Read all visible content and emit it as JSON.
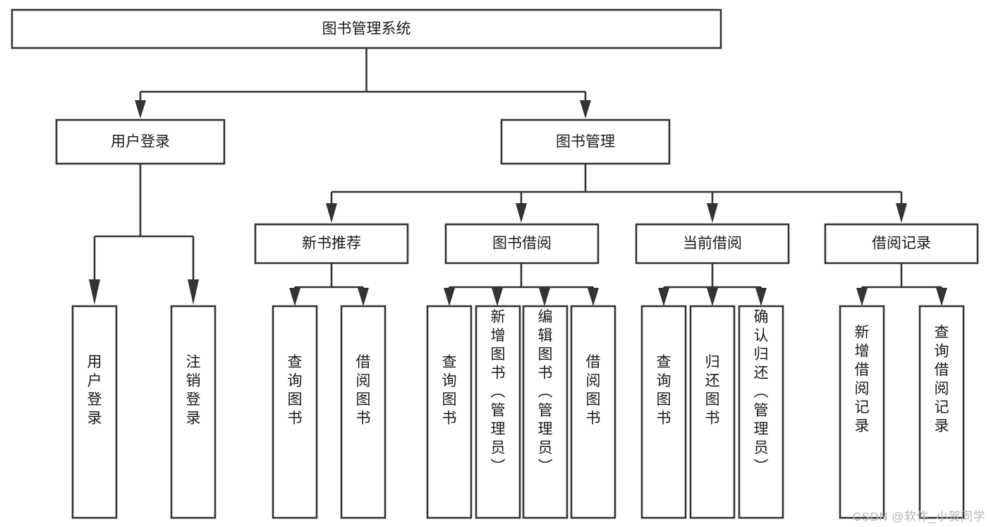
{
  "diagram": {
    "type": "tree-hierarchy",
    "title": "图书管理系统",
    "orientation": "top-down",
    "colors": {
      "stroke": "#333333",
      "fill": "#ffffff",
      "text": "#1a1a1a",
      "watermark": "#b6b6b6"
    },
    "levels": [
      {
        "level": 1,
        "nodes": [
          {
            "id": "root",
            "label": "图书管理系统",
            "text_orientation": "horizontal"
          }
        ]
      },
      {
        "level": 2,
        "nodes": [
          {
            "id": "user-login",
            "label": "用户登录",
            "text_orientation": "horizontal",
            "parent": "root"
          },
          {
            "id": "book-manage",
            "label": "图书管理",
            "text_orientation": "horizontal",
            "parent": "root"
          }
        ]
      },
      {
        "level": 3,
        "nodes": [
          {
            "id": "new-book-rec",
            "label": "新书推荐",
            "text_orientation": "horizontal",
            "parent": "book-manage"
          },
          {
            "id": "book-borrow",
            "label": "图书借阅",
            "text_orientation": "horizontal",
            "parent": "book-manage"
          },
          {
            "id": "current-borrow",
            "label": "当前借阅",
            "text_orientation": "horizontal",
            "parent": "book-manage"
          },
          {
            "id": "borrow-record",
            "label": "借阅记录",
            "text_orientation": "horizontal",
            "parent": "book-manage"
          }
        ]
      },
      {
        "level": 4,
        "nodes": [
          {
            "id": "leaf-user-login",
            "label": "用户登录",
            "text_orientation": "vertical",
            "parent": "user-login"
          },
          {
            "id": "leaf-user-logout",
            "label": "注销登录",
            "text_orientation": "vertical",
            "parent": "user-login"
          },
          {
            "id": "leaf-query-book-1",
            "label": "查询图书",
            "text_orientation": "vertical",
            "parent": "new-book-rec"
          },
          {
            "id": "leaf-borrow-book-1",
            "label": "借阅图书",
            "text_orientation": "vertical",
            "parent": "new-book-rec"
          },
          {
            "id": "leaf-query-book-2",
            "label": "查询图书",
            "text_orientation": "vertical",
            "parent": "book-borrow"
          },
          {
            "id": "leaf-add-book",
            "label": "新增图书（管理员）",
            "text_orientation": "vertical",
            "parent": "book-borrow"
          },
          {
            "id": "leaf-edit-book",
            "label": "编辑图书（管理员）",
            "text_orientation": "vertical",
            "parent": "book-borrow"
          },
          {
            "id": "leaf-borrow-book-2",
            "label": "借阅图书",
            "text_orientation": "vertical",
            "parent": "book-borrow"
          },
          {
            "id": "leaf-query-book-3",
            "label": "查询图书",
            "text_orientation": "vertical",
            "parent": "current-borrow"
          },
          {
            "id": "leaf-return-book",
            "label": "归还图书",
            "text_orientation": "vertical",
            "parent": "current-borrow"
          },
          {
            "id": "leaf-confirm-return",
            "label": "确认归还（管理员）",
            "text_orientation": "vertical",
            "parent": "current-borrow"
          },
          {
            "id": "leaf-add-record",
            "label": "新增借阅记录",
            "text_orientation": "vertical",
            "parent": "borrow-record"
          },
          {
            "id": "leaf-query-record",
            "label": "查询借阅记录",
            "text_orientation": "vertical",
            "parent": "borrow-record"
          }
        ]
      }
    ],
    "edges": [
      {
        "from": "root",
        "to": "user-login"
      },
      {
        "from": "root",
        "to": "book-manage"
      },
      {
        "from": "user-login",
        "to": "leaf-user-login"
      },
      {
        "from": "user-login",
        "to": "leaf-user-logout"
      },
      {
        "from": "book-manage",
        "to": "new-book-rec"
      },
      {
        "from": "book-manage",
        "to": "book-borrow"
      },
      {
        "from": "book-manage",
        "to": "current-borrow"
      },
      {
        "from": "book-manage",
        "to": "borrow-record"
      },
      {
        "from": "new-book-rec",
        "to": "leaf-query-book-1"
      },
      {
        "from": "new-book-rec",
        "to": "leaf-borrow-book-1"
      },
      {
        "from": "book-borrow",
        "to": "leaf-query-book-2"
      },
      {
        "from": "book-borrow",
        "to": "leaf-add-book"
      },
      {
        "from": "book-borrow",
        "to": "leaf-edit-book"
      },
      {
        "from": "book-borrow",
        "to": "leaf-borrow-book-2"
      },
      {
        "from": "current-borrow",
        "to": "leaf-query-book-3"
      },
      {
        "from": "current-borrow",
        "to": "leaf-return-book"
      },
      {
        "from": "current-borrow",
        "to": "leaf-confirm-return"
      },
      {
        "from": "borrow-record",
        "to": "leaf-add-record"
      },
      {
        "from": "borrow-record",
        "to": "leaf-query-record"
      }
    ]
  },
  "watermark": {
    "text": "CSDN @软件_小贺同学"
  }
}
